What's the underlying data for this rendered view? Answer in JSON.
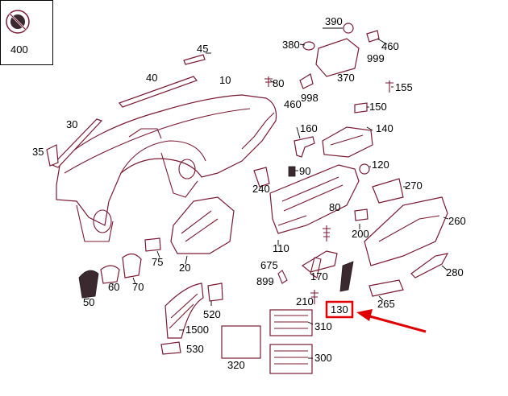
{
  "inset": {
    "label": "400",
    "icon": "no-airbag-icon"
  },
  "callouts": [
    "390",
    "380",
    "460",
    "999",
    "370",
    "80",
    "155",
    "998",
    "460",
    "150",
    "45",
    "40",
    "10",
    "30",
    "35",
    "160",
    "140",
    "90",
    "120",
    "240",
    "270",
    "200",
    "80",
    "260",
    "110",
    "675",
    "170",
    "899",
    "210",
    "280",
    "75",
    "20",
    "50",
    "60",
    "70",
    "130",
    "265",
    "520",
    "1500",
    "310",
    "530",
    "320",
    "300"
  ],
  "highlight": {
    "label": "130",
    "box_color": "#e00000",
    "arrow_color": "#e00000"
  },
  "colors": {
    "part_outline": "#7a1a33",
    "text": "#000000"
  }
}
